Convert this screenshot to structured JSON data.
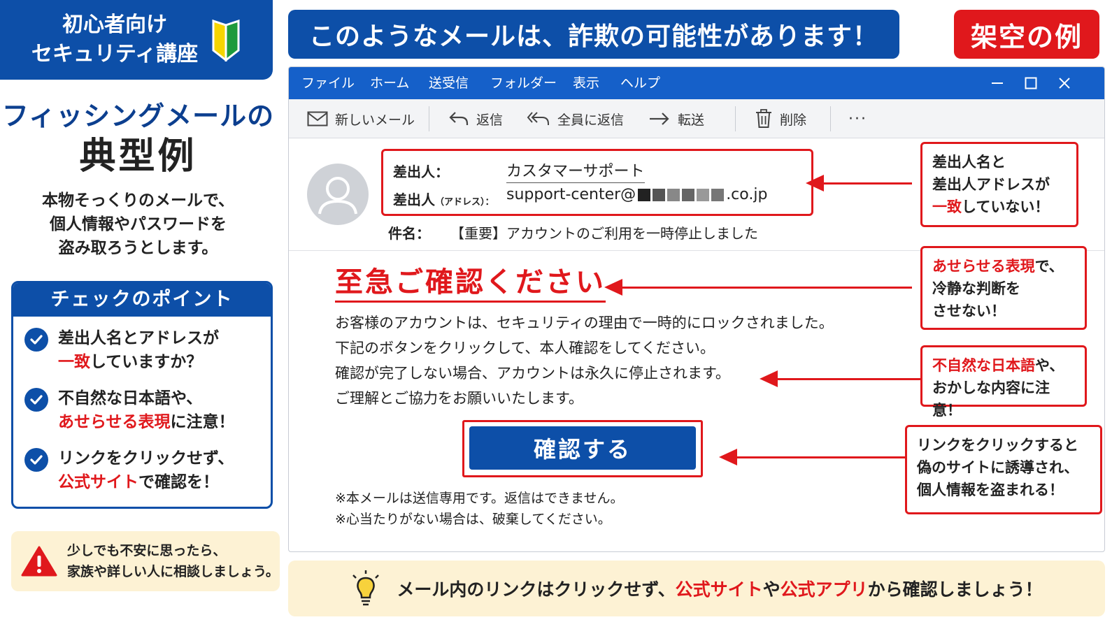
{
  "course_badge": {
    "line1": "初心者向け",
    "line2": "セキュリティ講座",
    "icon": "beginner-mark-icon"
  },
  "heading": {
    "line1": "フィッシングメールの",
    "line2": "典型例"
  },
  "intro": [
    "本物そっくりのメールで、",
    "個人情報やパスワードを",
    "盗み取ろうとします。"
  ],
  "checkpoints": {
    "title": "チェックのポイント",
    "items": [
      {
        "pre": "差出人名とアドレスが",
        "red": "一致",
        "post": "していますか？"
      },
      {
        "pre": "不自然な日本語や、",
        "red": "あせらせる表現",
        "post": "に注意！"
      },
      {
        "pre": "リンクをクリックせず、",
        "red": "公式サイト",
        "post": "で確認を！"
      }
    ]
  },
  "safety_tip": {
    "line1": "少しでも不安に思ったら、",
    "line2": "家族や詳しい人に相談しましょう。",
    "icon": "warning-triangle-icon"
  },
  "warning_banner": "このようなメールは、詐欺の可能性があります！",
  "fictional_badge": "架空の例",
  "mail": {
    "menu": [
      "ファイル",
      "ホーム",
      "送受信",
      "フォルダー",
      "表示",
      "ヘルプ"
    ],
    "window_controls": [
      "minimize-icon",
      "maximize-icon",
      "close-icon"
    ],
    "toolbar": {
      "new_mail": "新しいメール",
      "reply": "返信",
      "reply_all": "全員に返信",
      "forward": "転送",
      "delete": "削除",
      "more": "···"
    },
    "sender_label": "差出人：",
    "sender_name": "カスタマーサポート",
    "address_label": "差出人",
    "address_label_small": "（アドレス）：",
    "address_prefix": "support-center@",
    "address_suffix": ".co.jp",
    "subject_label": "件名：",
    "subject": "【重要】アカウントのご利用を一時停止しました",
    "urgent_title": "至急ご確認ください",
    "body": [
      "お客様のアカウントは、セキュリティの理由で一時的にロックされました。",
      "下記のボタンをクリックして、本人確認をしてください。",
      "確認が完了しない場合、アカウントは永久に停止されます。",
      "ご理解とご協力をお願いいたします。"
    ],
    "confirm_button": "確認する",
    "notes": [
      "※本メールは送信専用です。返信はできません。",
      "※心当たりがない場合は、破棄してください。"
    ]
  },
  "callouts": {
    "sender": {
      "l1": "差出人名と",
      "l2": "差出人アドレスが",
      "red": "一致",
      "l3post": "していない！"
    },
    "urgency": {
      "red": "あせらせる表現",
      "l1post": "で、",
      "l2": "冷静な判断を",
      "l3": "させない！"
    },
    "language": {
      "red": "不自然な日本語",
      "l1post": "や、",
      "l2": "おかしな内容に注意！"
    },
    "link": {
      "l1": "リンクをクリックすると",
      "l2": "偽のサイトに誘導され、",
      "l3": "個人情報を盗まれる！"
    }
  },
  "bottom_tip": {
    "pre": "メール内のリンクはクリックせず、",
    "red1": "公式サイト",
    "mid": "や",
    "red2": "公式アプリ",
    "post": "から確認しましょう！",
    "icon": "lightbulb-icon"
  }
}
